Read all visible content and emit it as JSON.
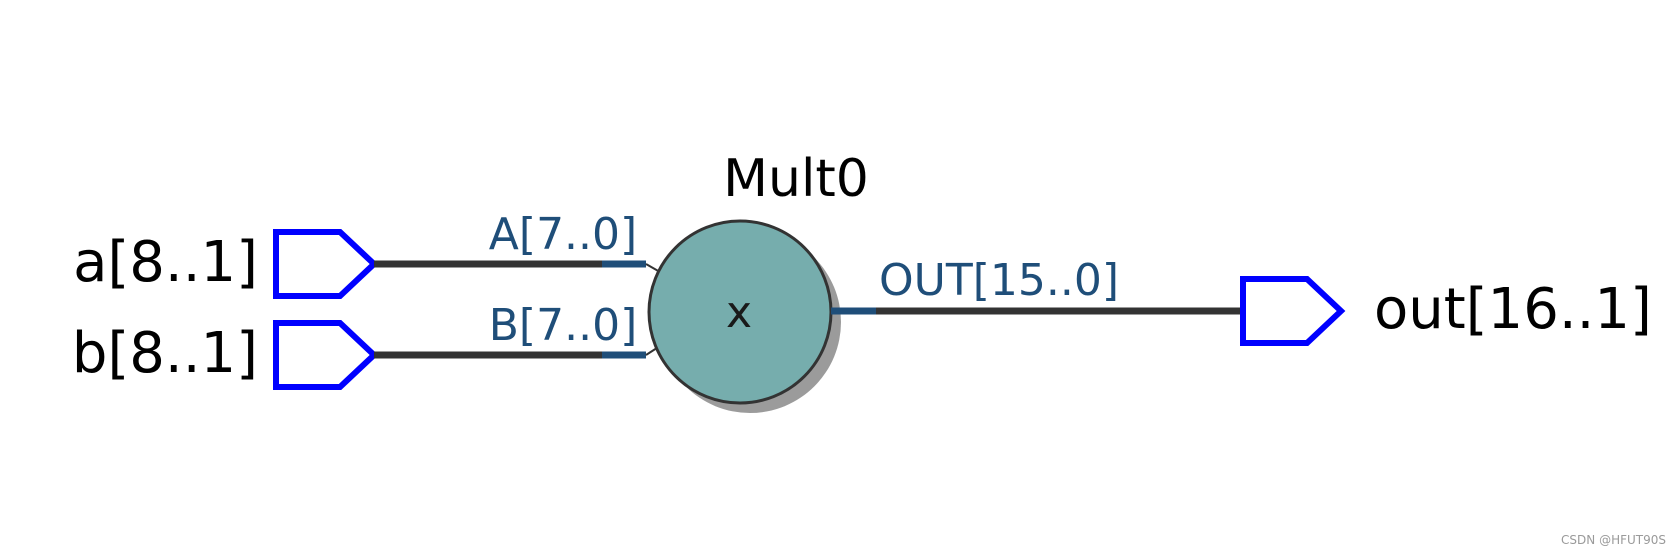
{
  "diagram": {
    "inputs": [
      {
        "label": "a[8..1]"
      },
      {
        "label": "b[8..1]"
      }
    ],
    "node": {
      "title": "Mult0",
      "symbol": "x",
      "pins": {
        "in_a": "A[7..0]",
        "in_b": "B[7..0]",
        "out": "OUT[15..0]"
      }
    },
    "output": {
      "label": "out[16..1]"
    }
  },
  "watermark": "CSDN @HFUT90S",
  "colors": {
    "port_stroke": "#0000ff",
    "wire": "#333333",
    "pin_stub": "#1f4e79",
    "pin_text": "#1f4e79",
    "node_fill": "#76adad",
    "node_shadow": "#9b9b9b",
    "node_stroke": "#333333"
  }
}
